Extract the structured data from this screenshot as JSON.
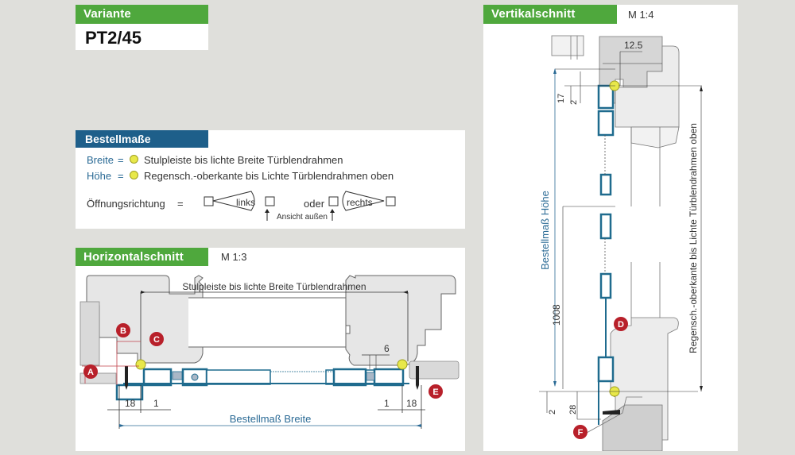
{
  "variant": {
    "header": "Variante",
    "value": "PT2/45"
  },
  "order_dimensions": {
    "header": "Bestellmaße",
    "width_label": "Breite",
    "width_equals": "=",
    "width_desc": "Stulpleiste bis lichte Breite Türblendrahmen",
    "height_label": "Höhe",
    "height_equals": "=",
    "height_desc": "Regensch.-oberkante bis Lichte Türblendrahmen oben",
    "opening_label": "Öffnungsrichtung",
    "opening_equals": "=",
    "left_label": "links",
    "or_label": "oder",
    "right_label": "rechts",
    "view_label": "Ansicht außen",
    "marker_color": "#e8e84a"
  },
  "horizontal_section": {
    "header": "Horizontalschnitt",
    "scale": "M 1:3",
    "top_dimension": "Stulpleiste bis lichte Breite Türblendrahmen",
    "bottom_dimension": "Bestellmaß Breite",
    "dim_left_18": "18",
    "dim_left_1": "1",
    "dim_right_1": "1",
    "dim_right_18": "18",
    "dim_gap": "6",
    "markers": [
      "A",
      "B",
      "C",
      "E"
    ]
  },
  "vertical_section": {
    "header": "Vertikalschnitt",
    "scale": "M 1:4",
    "dim_top": "12.5",
    "dim_17": "17",
    "dim_2_top": "2",
    "dim_1008": "1008",
    "dim_2_bottom": "2",
    "dim_28": "28",
    "height_label": "Bestellmaß Höhe",
    "right_label": "Regensch.-oberkante bis Lichte Türblendrahmen oben",
    "markers": [
      "D",
      "F"
    ]
  },
  "colors": {
    "green_header": "#4fa83d",
    "blue_header": "#1e5f8a",
    "profile_blue": "#1f6b8e",
    "marker_red": "#b8202a",
    "frame_gray": "#e6e6e6"
  }
}
